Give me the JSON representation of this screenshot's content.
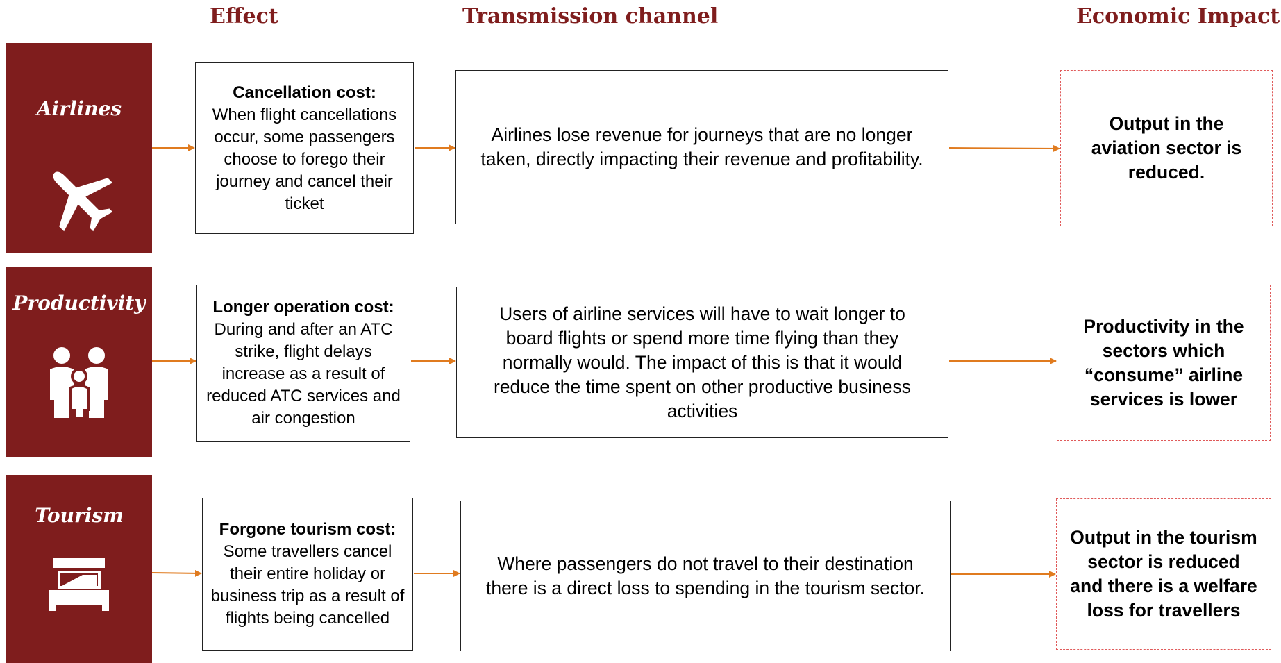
{
  "headers": {
    "effect": "Effect",
    "transmission": "Transmission channel",
    "impact": "Economic Impact"
  },
  "rows": [
    {
      "category": "Airlines",
      "icon": "airplane-icon",
      "effect_title": "Cancellation cost:",
      "effect_text": "When flight cancellations occur, some passengers choose to forego their journey and cancel their ticket",
      "transmission": "Airlines lose revenue for journeys that are no longer taken, directly impacting their revenue and profitability.",
      "impact": "Output in the aviation sector is reduced."
    },
    {
      "category": "Productivity",
      "icon": "family-icon",
      "effect_title": "Longer operation cost:",
      "effect_text": "During and after an ATC strike, flight delays increase as a result of reduced ATC services and air congestion",
      "transmission": "Users of airline services will have to wait longer to board flights or spend more time flying than they normally would. The impact of this is that it would reduce the time spent on other productive business activities",
      "impact": "Productivity in the sectors which “consume” airline services is lower"
    },
    {
      "category": "Tourism",
      "icon": "bed-icon",
      "effect_title": "Forgone tourism cost:",
      "effect_text": "Some travellers cancel their entire holiday or business trip as a result of flights being cancelled",
      "transmission": "Where passengers do not travel to their destination there is a direct loss to spending in the tourism sector.",
      "impact": "Output in the tourism sector is reduced and there is a welfare loss for travellers"
    }
  ],
  "colors": {
    "accent": "#7f1d1d",
    "arrow": "#e07b1f",
    "impact_border": "#e05a5a"
  }
}
